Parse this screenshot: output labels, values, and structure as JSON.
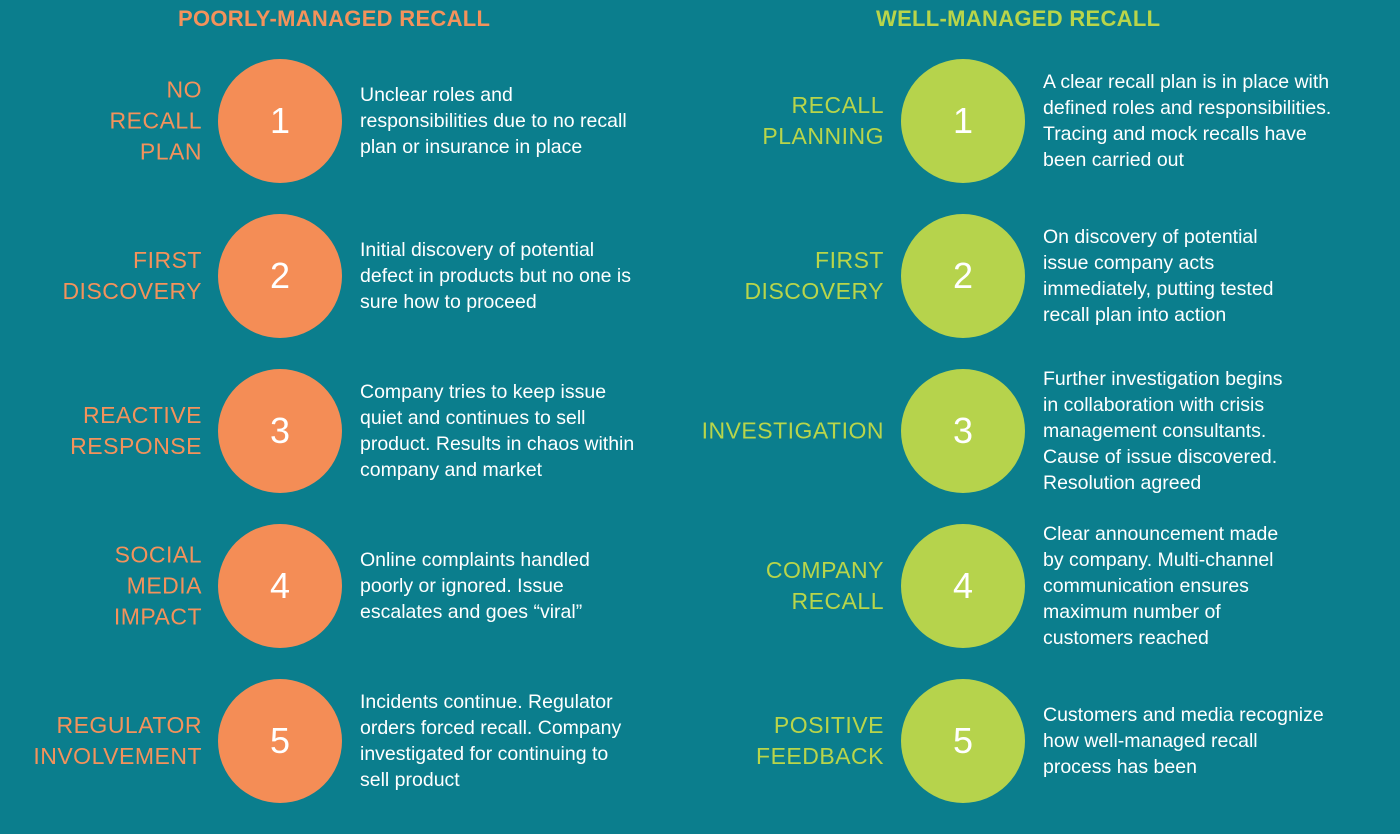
{
  "poorly_managed": {
    "heading": "POORLY-MANAGED RECALL",
    "steps": [
      {
        "number": "1",
        "label_lines": [
          "NO",
          "RECALL",
          "PLAN"
        ],
        "desc_lines": [
          "Unclear roles and",
          "responsibilities due to no recall",
          "plan or insurance in place"
        ]
      },
      {
        "number": "2",
        "label_lines": [
          "FIRST",
          "DISCOVERY"
        ],
        "desc_lines": [
          "Initial discovery of potential",
          "defect in products but no one is",
          "sure how to proceed"
        ]
      },
      {
        "number": "3",
        "label_lines": [
          "REACTIVE",
          "RESPONSE"
        ],
        "desc_lines": [
          "Company tries to keep issue",
          "quiet and continues to sell",
          "product. Results in chaos within",
          "company and market"
        ]
      },
      {
        "number": "4",
        "label_lines": [
          "SOCIAL",
          "MEDIA",
          "IMPACT"
        ],
        "desc_lines": [
          "Online complaints handled",
          "poorly or ignored. Issue",
          "escalates and goes “viral”"
        ]
      },
      {
        "number": "5",
        "label_lines": [
          "REGULATOR",
          "INVOLVEMENT"
        ],
        "desc_lines": [
          "Incidents continue. Regulator",
          "orders forced recall. Company",
          "investigated for continuing to",
          "sell product"
        ]
      }
    ]
  },
  "well_managed": {
    "heading": "WELL-MANAGED RECALL",
    "steps": [
      {
        "number": "1",
        "label_lines": [
          "RECALL",
          "PLANNING"
        ],
        "desc_lines": [
          "A clear recall plan is in place with",
          "defined roles and responsibilities.",
          "Tracing and mock recalls have",
          "been carried out"
        ]
      },
      {
        "number": "2",
        "label_lines": [
          "FIRST",
          "DISCOVERY"
        ],
        "desc_lines": [
          "On discovery of potential",
          "issue company acts",
          "immediately, putting tested",
          "recall plan into action"
        ]
      },
      {
        "number": "3",
        "label_lines": [
          "INVESTIGATION"
        ],
        "desc_lines": [
          "Further investigation begins",
          "in collaboration with crisis",
          "management consultants.",
          "Cause of issue discovered.",
          "Resolution agreed"
        ]
      },
      {
        "number": "4",
        "label_lines": [
          "COMPANY",
          "RECALL"
        ],
        "desc_lines": [
          "Clear announcement made",
          "by company. Multi-channel",
          "communication ensures",
          "maximum number of",
          "customers reached"
        ]
      },
      {
        "number": "5",
        "label_lines": [
          "POSITIVE",
          "FEEDBACK"
        ],
        "desc_lines": [
          "Customers and media recognize",
          "how well-managed recall",
          "process has been"
        ]
      }
    ]
  },
  "colors": {
    "background": "#0b7e8d",
    "poor_accent": "#f48d56",
    "good_accent": "#b6d34c"
  }
}
